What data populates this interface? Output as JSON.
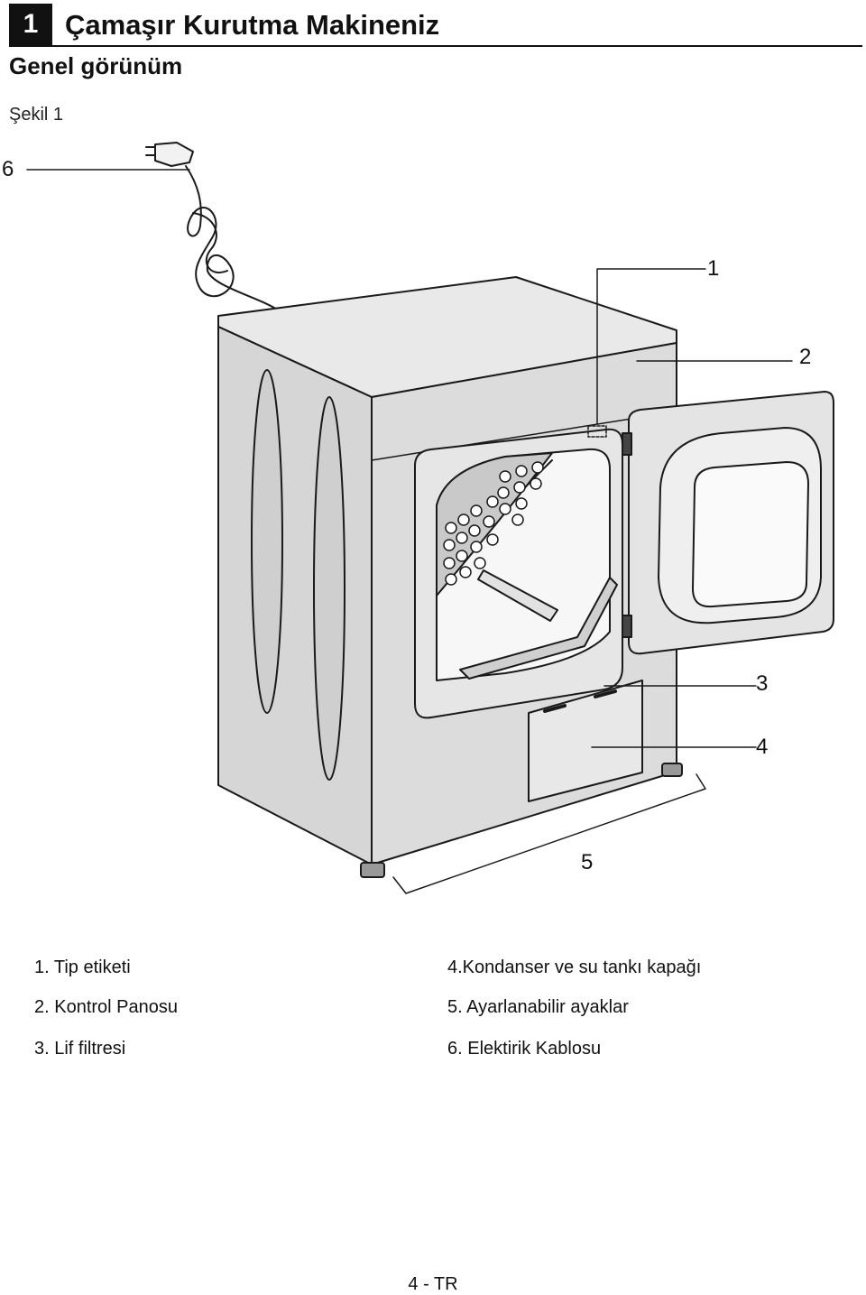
{
  "header": {
    "section_number": "1",
    "title": "Çamaşır Kurutma Makineniz",
    "subtitle": "Genel görünüm",
    "figure_label": "Şekil 1"
  },
  "callouts": {
    "c1": "1",
    "c2": "2",
    "c3": "3",
    "c4": "4",
    "c5": "5",
    "c6": "6"
  },
  "legend": {
    "left": [
      "1. Tip etiketi",
      "2. Kontrol Panosu",
      "3. Lif filtresi"
    ],
    "right": [
      "4.Kondanser ve su tankı kapağı",
      "5. Ayarlanabilir ayaklar",
      "6. Elektirik Kablosu"
    ]
  },
  "footer": {
    "page": "4 - TR"
  }
}
